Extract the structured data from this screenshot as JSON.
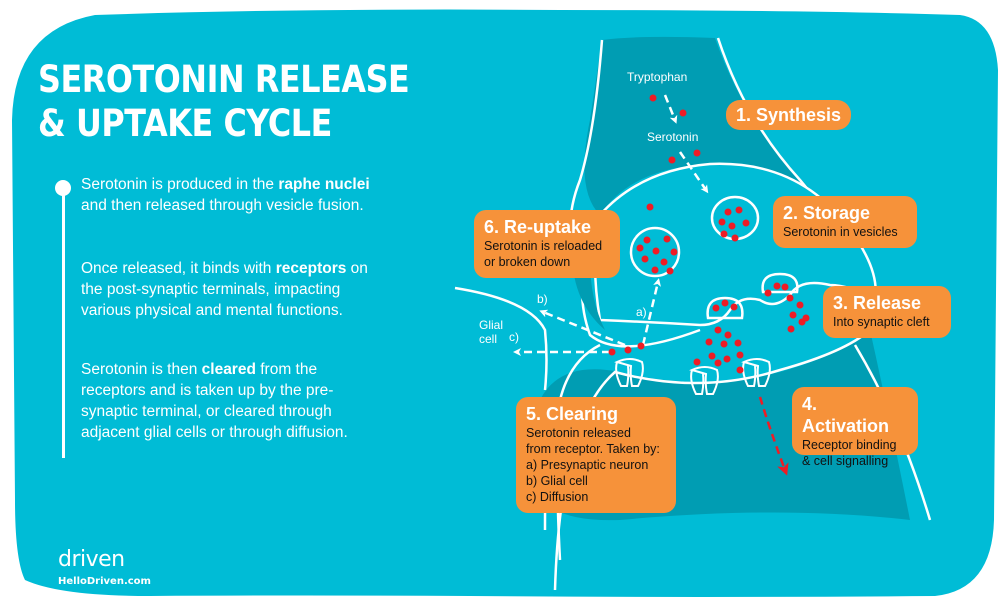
{
  "title": {
    "line1": "SEROTONIN RELEASE",
    "line2": "& UPTAKE CYCLE"
  },
  "description": [
    {
      "parts": [
        {
          "text": "Serotonin is produced in the ",
          "bold": false
        },
        {
          "text": "raphe nuclei",
          "bold": true
        },
        {
          "text": " and then released through vesicle fusion.",
          "bold": false
        }
      ]
    },
    {
      "parts": [
        {
          "text": "Once released, it binds with ",
          "bold": false
        },
        {
          "text": "receptors",
          "bold": true
        },
        {
          "text": " on the post-synaptic terminals, impacting various physical and mental functions.",
          "bold": false
        }
      ]
    },
    {
      "parts": [
        {
          "text": "Serotonin is then ",
          "bold": false
        },
        {
          "text": "cleared",
          "bold": true
        },
        {
          "text": " from the receptors and is taken up by the pre-synaptic terminal, or cleared through adjacent glial cells or through diffusion.",
          "bold": false
        }
      ]
    }
  ],
  "brand": {
    "logo": "driven",
    "url": "HelloDriven.com"
  },
  "labels": {
    "tryptophan": "Tryptophan",
    "serotonin": "Serotonin",
    "glial_cell_line1": "Glial",
    "glial_cell_line2": "cell",
    "path_a": "a)",
    "path_b": "b)",
    "path_c": "c)"
  },
  "steps": [
    {
      "title": "1. Synthesis",
      "desc": []
    },
    {
      "title": "2. Storage",
      "desc": [
        "Serotonin in vesicles"
      ]
    },
    {
      "title": "3. Release",
      "desc": [
        "Into synaptic cleft"
      ]
    },
    {
      "title": "4. Activation",
      "desc": [
        "Receptor binding",
        "& cell signalling"
      ]
    },
    {
      "title": "5. Clearing",
      "desc": [
        "Serotonin released",
        "from receptor. Taken by:",
        "a) Presynaptic neuron",
        "b) Glial cell",
        "c) Diffusion"
      ]
    },
    {
      "title": "6. Re-uptake",
      "desc": [
        "Serotonin is reloaded",
        "or broken down"
      ]
    }
  ],
  "colors": {
    "background": "#00bcd6",
    "neuron_dark": "#009db3",
    "accent_orange": "#f6923a",
    "serotonin_dot": "#ee1c25",
    "line": "#ffffff"
  }
}
